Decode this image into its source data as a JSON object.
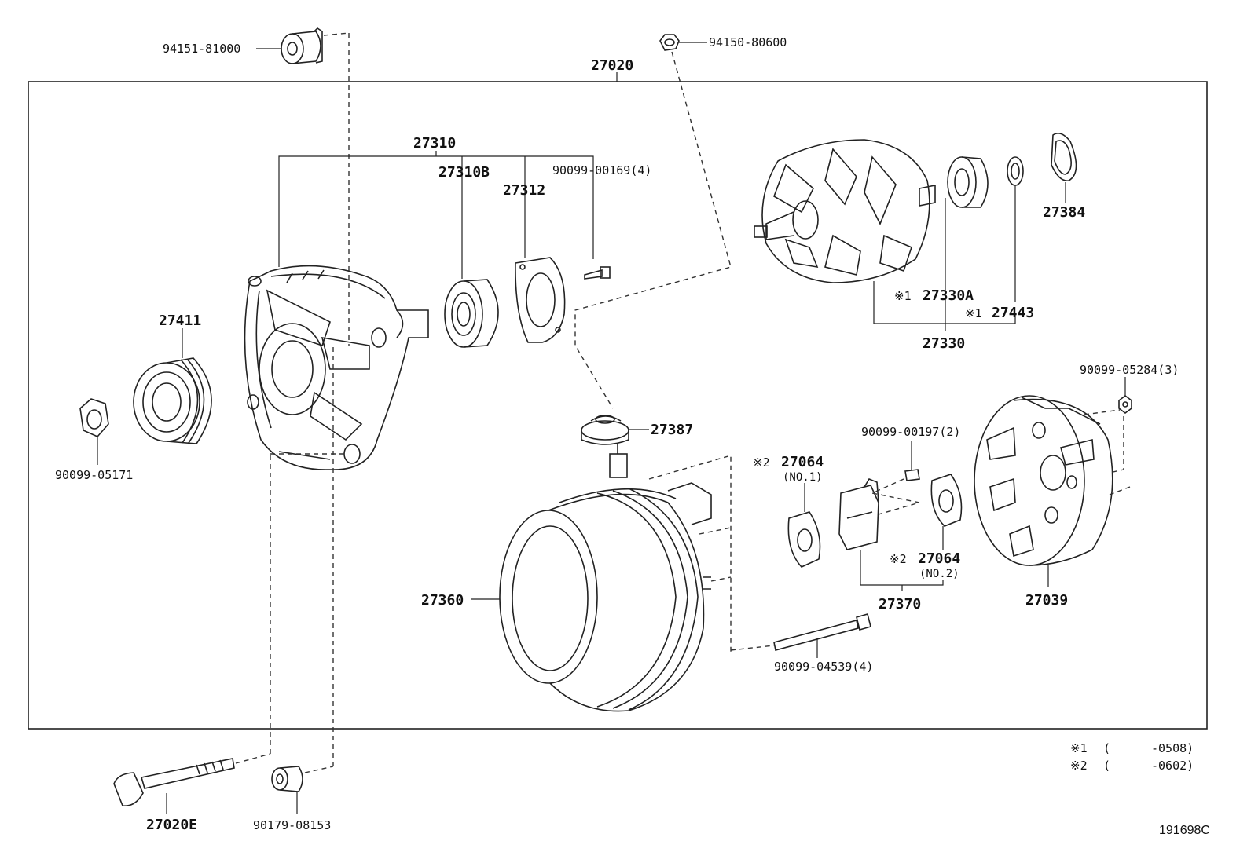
{
  "frame_label": "27020",
  "labels": {
    "p94151_81000": "94151-81000",
    "p94150_80600": "94150-80600",
    "p27310": "27310",
    "p27310B": "27310B",
    "p27312": "27312",
    "p90099_00169": "90099-00169(4)",
    "p27384": "27384",
    "p27330A": "27330A",
    "p27443": "27443",
    "p27330": "27330",
    "p27411": "27411",
    "p90099_05171": "90099-05171",
    "p27387": "27387",
    "p90099_05284": "90099-05284(3)",
    "p90099_00197": "90099-00197(2)",
    "p27064a": "27064",
    "p27064a_sub": "(NO.1)",
    "p27064b": "27064",
    "p27064b_sub": "(NO.2)",
    "p27360": "27360",
    "p27370": "27370",
    "p27039": "27039",
    "p90099_04539": "90099-04539(4)",
    "p27020E": "27020E",
    "p90179_08153": "90179-08153"
  },
  "marks": {
    "m1": "※1",
    "m2": "※2"
  },
  "notes": [
    {
      "mark": "※1",
      "open": "(",
      "range": "-0508)"
    },
    {
      "mark": "※2",
      "open": "(",
      "range": "-0602)"
    }
  ],
  "figure_id": "191698C"
}
